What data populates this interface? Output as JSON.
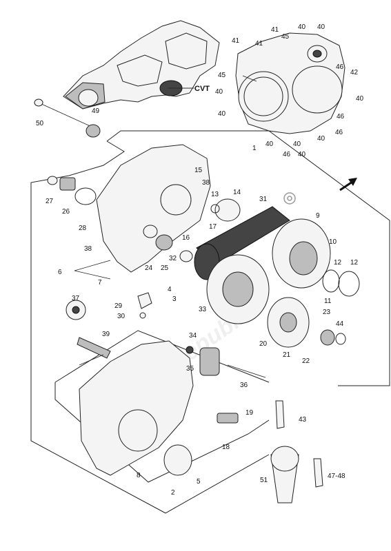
{
  "diagram": {
    "callouts": [
      "1",
      "2",
      "3",
      "4",
      "5",
      "6",
      "7",
      "8",
      "9",
      "10",
      "11",
      "12",
      "13",
      "14",
      "15",
      "16",
      "17",
      "18",
      "19",
      "20",
      "21",
      "22",
      "23",
      "24",
      "25",
      "26",
      "27",
      "28",
      "29",
      "30",
      "31",
      "32",
      "33",
      "34",
      "35",
      "36",
      "37",
      "38",
      "39",
      "40",
      "41",
      "42",
      "43",
      "44",
      "45",
      "46",
      "47-48",
      "49",
      "50",
      "51"
    ],
    "cvt_label": "CVT",
    "watermark": "PartsRepublik"
  }
}
